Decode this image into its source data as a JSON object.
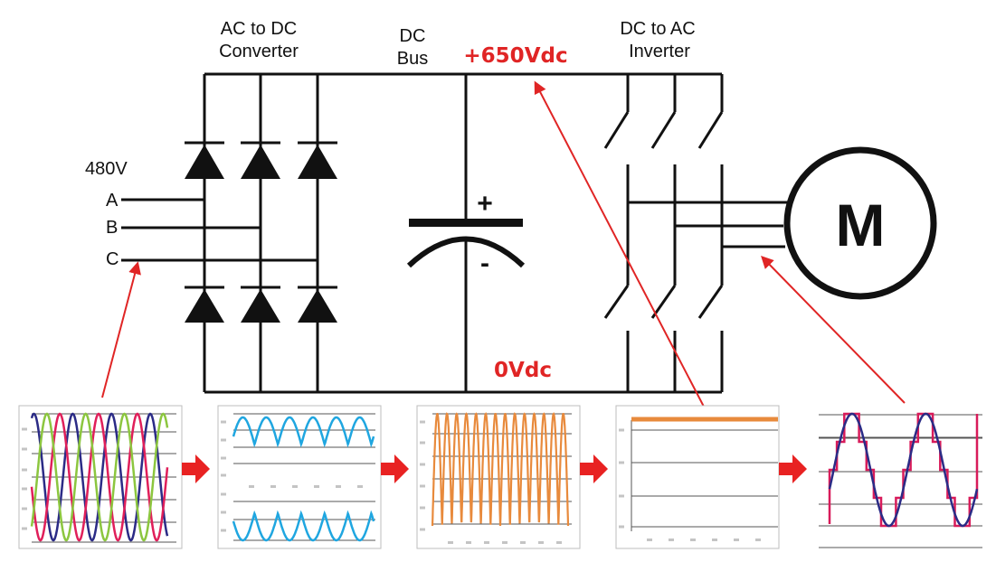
{
  "labels": {
    "converter_line1": "AC to DC",
    "converter_line2": "Converter",
    "bus_line1": "DC",
    "bus_line2": "Bus",
    "bus_positive": "+650Vdc",
    "bus_zero": "0Vdc",
    "inverter_line1": "DC to AC",
    "inverter_line2": "Inverter",
    "supply_voltage": "480V",
    "phase_a": "A",
    "phase_b": "B",
    "phase_c": "C",
    "cap_plus": "+",
    "cap_minus": "-",
    "motor": "M"
  },
  "colors": {
    "wire": "#111111",
    "arrow": "#e02525",
    "phase_a": "#2b2b86",
    "phase_b": "#e01f5a",
    "phase_c": "#8cc63f",
    "rectified": "#1fa6e0",
    "ripple": "#e88a3c",
    "dc_level": "#e88a3c",
    "pwm_step": "#d81b5a",
    "pwm_sine": "#2b2b86"
  },
  "panels": [
    {
      "name": "three-phase-sine",
      "kind": "three-phase",
      "cycles": 3.5
    },
    {
      "name": "rectified",
      "kind": "rectified",
      "pulses": 6
    },
    {
      "name": "ripple",
      "kind": "ripple",
      "pulses": 14
    },
    {
      "name": "dc-level",
      "kind": "flat",
      "level": 1.0
    },
    {
      "name": "pwm-output",
      "kind": "pwm",
      "cycles": 2
    }
  ],
  "icons": {
    "diode": "diode-icon",
    "capacitor": "capacitor-icon",
    "switch": "switch-icon",
    "motor": "motor-icon",
    "flow_arrow": "arrow-right-icon"
  }
}
